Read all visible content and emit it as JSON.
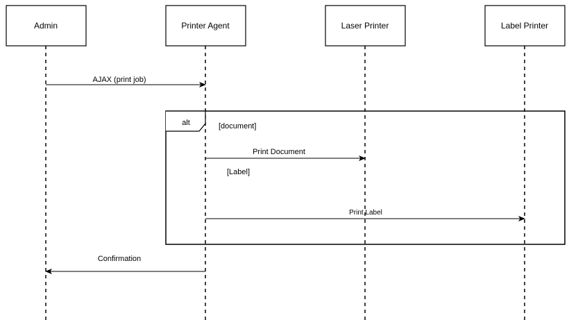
{
  "participants": [
    {
      "name": "Admin"
    },
    {
      "name": "Printer Agent"
    },
    {
      "name": "Laser Printer"
    },
    {
      "name": "Label Printer"
    }
  ],
  "messages": [
    {
      "label": "AJAX (print job)",
      "from": "Admin",
      "to": "Printer Agent"
    },
    {
      "label": "Print Document",
      "from": "Printer Agent",
      "to": "Laser Printer"
    },
    {
      "label": "Print Label",
      "from": "Printer Agent",
      "to": "Label Printer"
    },
    {
      "label": "Confirmation",
      "from": "Printer Agent",
      "to": "Admin"
    }
  ],
  "fragment": {
    "operator": "alt",
    "guards": [
      "[document]",
      "[Label]"
    ]
  }
}
